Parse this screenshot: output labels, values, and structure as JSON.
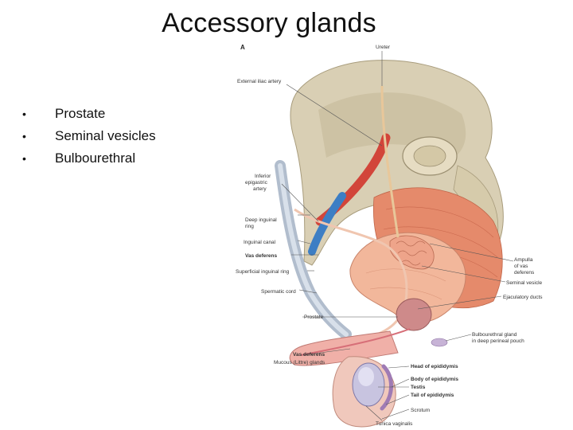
{
  "slide": {
    "title": "Accessory glands",
    "bullets": [
      {
        "marker": "•",
        "text": "Prostate"
      },
      {
        "marker": "•",
        "text": "Seminal vesicles"
      },
      {
        "marker": "•",
        "text": "Bulbourethral"
      }
    ]
  },
  "figure": {
    "panel_letter": "A",
    "labels": {
      "ureter": "Ureter",
      "external_iliac_artery": "External iliac artery",
      "inferior_epigastric_1": "Inferior",
      "inferior_epigastric_2": "epigastric",
      "inferior_epigastric_3": "artery",
      "deep_inguinal_1": "Deep inguinal",
      "deep_inguinal_2": "ring",
      "inguinal_canal": "Inguinal canal",
      "vas_deferens_upper": "Vas deferens",
      "superficial_inguinal_ring": "Superficial inguinal ring",
      "spermatic_cord": "Spermatic cord",
      "prostate": "Prostate",
      "vas_deferens_lower": "Vas deferens",
      "mucous_glands": "Mucous (Littre) glands",
      "ampulla_1": "Ampulla",
      "ampulla_2": "of vas",
      "ampulla_3": "deferens",
      "seminal_vesicle": "Seminal vesicle",
      "ejaculatory_ducts": "Ejaculatory ducts",
      "bulbourethral_1": "Bulbourethral gland",
      "bulbourethral_2": "in deep perineal pouch",
      "head_epididymis": "Head of epididymis",
      "body_epididymis": "Body of epididymis",
      "testis": "Testis",
      "tail_epididymis": "Tail of epididymis",
      "scrotum": "Scrotum",
      "tunica_vaginalis": "Tunica vaginalis"
    }
  }
}
